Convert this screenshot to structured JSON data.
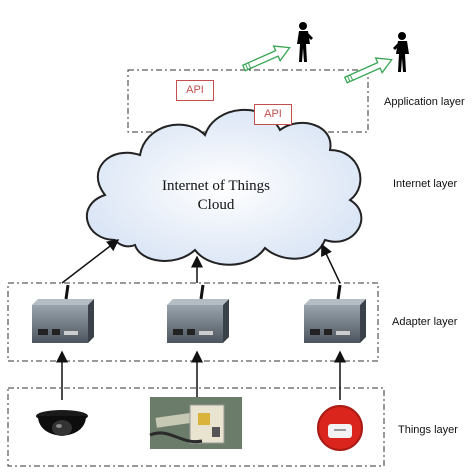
{
  "layers": {
    "application": "Application layer",
    "internet": "Internet layer",
    "adapter": "Adapter layer",
    "things": "Things layer"
  },
  "api": {
    "label_1": "API",
    "label_2": "API"
  },
  "cloud": {
    "line1": "Internet of Things",
    "line2": "Cloud"
  },
  "icons": {
    "user": "person-icon",
    "gateway": "gateway-device-icon",
    "camera": "dome-camera-icon",
    "sensor_board": "sensor-board-icon",
    "alarm": "smoke-alarm-icon"
  },
  "colors": {
    "api_border": "#c0504d",
    "arrow_green": "#3aa655",
    "cloud_fill": "#dfe8f6"
  }
}
